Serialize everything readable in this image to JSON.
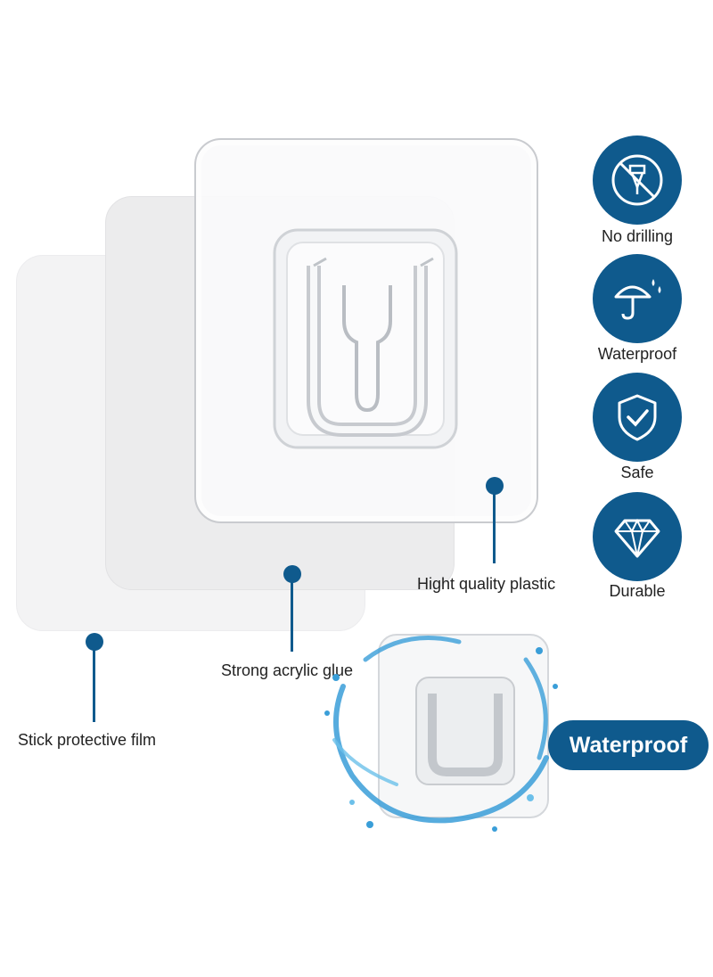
{
  "callouts": {
    "plastic": "Hight quality plastic",
    "glue": "Strong acrylic glue",
    "film": "Stick protective film"
  },
  "features": [
    {
      "label": "No drilling",
      "icon": "no-drilling-icon"
    },
    {
      "label": "Waterproof",
      "icon": "umbrella-icon"
    },
    {
      "label": "Safe",
      "icon": "shield-check-icon"
    },
    {
      "label": "Durable",
      "icon": "diamond-icon"
    }
  ],
  "badge": {
    "label": "Waterproof"
  },
  "colors": {
    "accent": "#0f5a8d",
    "water": "#3a9ed8"
  }
}
